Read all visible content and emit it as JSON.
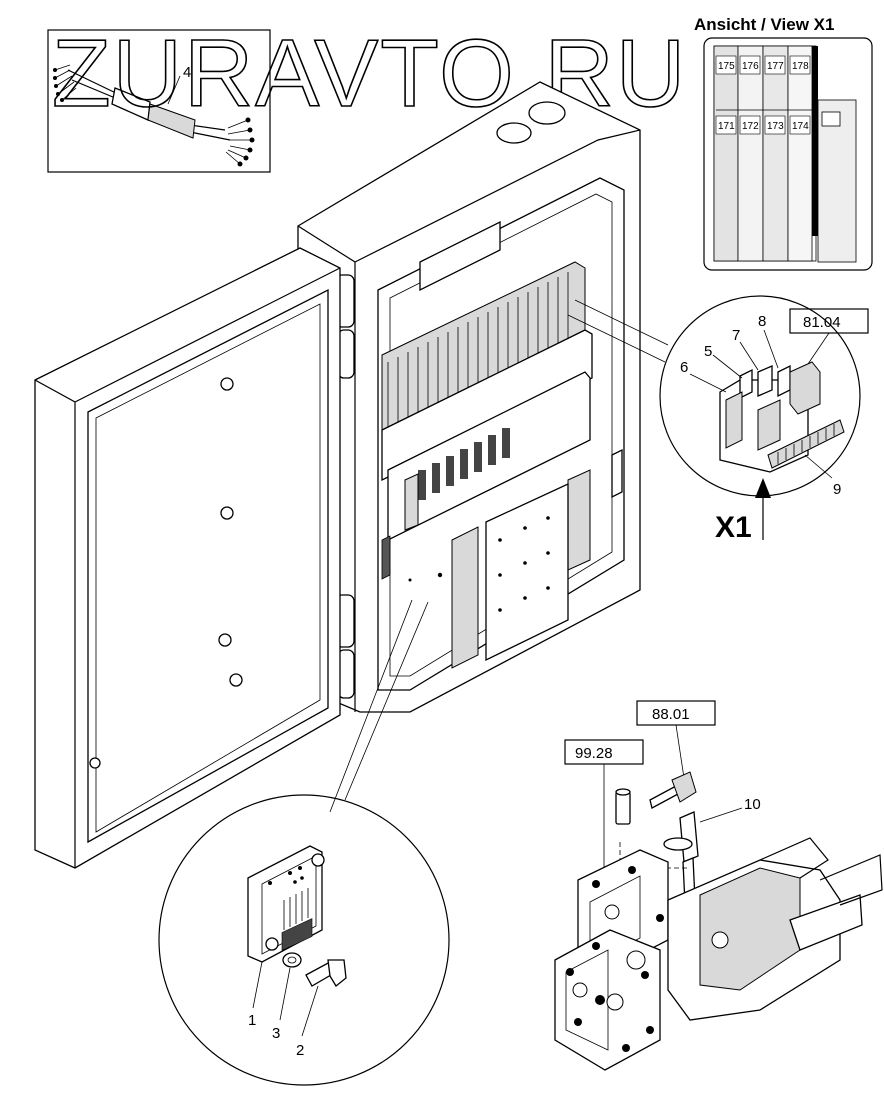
{
  "watermark": "ZURAVTO.RU",
  "view": {
    "title": "Ansicht / View X1",
    "terminals_top": [
      "175",
      "176",
      "177",
      "178"
    ],
    "terminals_bottom": [
      "171",
      "172",
      "173",
      "174"
    ]
  },
  "view_marker": "X1",
  "callouts": {
    "c1": "1",
    "c2": "2",
    "c3": "3",
    "c4": "4",
    "c5": "5",
    "c6": "6",
    "c7": "7",
    "c8": "8",
    "c9": "9",
    "c10": "10"
  },
  "refs": {
    "r8104": "81.04",
    "r8801": "88.01",
    "r9928": "99.28"
  }
}
